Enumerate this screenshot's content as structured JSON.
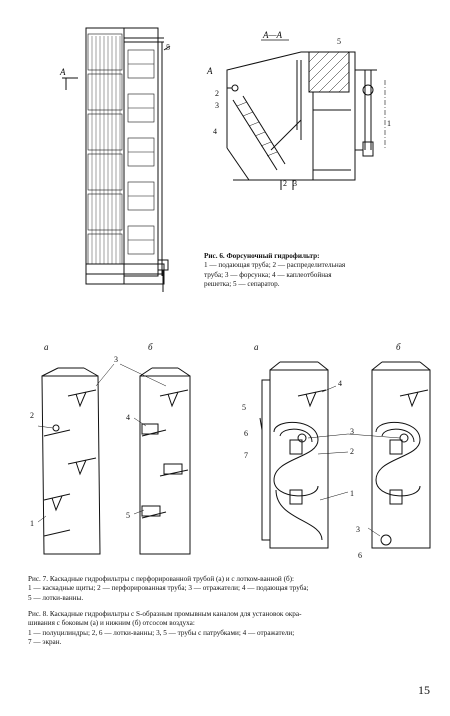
{
  "fig6": {
    "section_label": "А—А",
    "label_A": "А",
    "callouts": {
      "c1": "1",
      "c2": "2",
      "c3": "3",
      "c4": "4",
      "c5": "5"
    },
    "caption_title": "Рис. 6. Форсуночный гидрофильтр:",
    "caption_lines": [
      "1 — подающая труба; 2 — распределительная",
      "труба; 3 — форсунка; 4 — каплеотбойная",
      "решетка; 5 — сепаратор."
    ]
  },
  "fig7": {
    "panel_a": "а",
    "panel_b": "б",
    "callouts": {
      "c1": "1",
      "c2": "2",
      "c3": "3",
      "c4": "4",
      "c5": "5"
    },
    "caption": [
      "Рис. 7. Каскадные гидрофильтры с перфорированной трубой (а) и с лотком-ванной (б):",
      "1 — каскадные щиты; 2 — перфорированная труба; 3 — отражатели; 4 — подающая труба;",
      "5 — лотки-ванны."
    ]
  },
  "fig8": {
    "panel_a": "а",
    "panel_b": "б",
    "callouts": {
      "c1": "1",
      "c2": "2",
      "c3": "3",
      "c4": "4",
      "c5": "5",
      "c6": "6",
      "c7": "7"
    },
    "caption": [
      "Рис. 8. Каскадные гидрофильтры с S-образным промывным каналом для установок окра-",
      "шивания с боковым (а) и нижним (б) отсосом воздуха:",
      "1 — полуцилиндры; 2, 6 — лотки-ванны; 3, 5 — трубы с патрубками; 4 — отражатели;",
      "7 — экран."
    ]
  },
  "page_number": "15"
}
